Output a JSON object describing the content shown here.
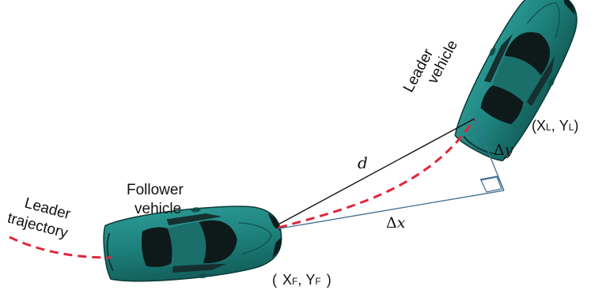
{
  "labels": {
    "leader_vehicle_line1": "Leader",
    "leader_vehicle_line2": "vehicle",
    "follower_vehicle_line1": "Follower",
    "follower_vehicle_line2": "vehicle",
    "leader_trajectory_line1": "Leader",
    "leader_trajectory_line2": "trajectory",
    "distance": "d",
    "delta_x_symbol": "Δ",
    "delta_x_var": "x",
    "delta_y_symbol": "Δ",
    "delta_y_var": "y",
    "leader_coord_open": "(",
    "leader_coord_x": "X",
    "leader_coord_x_sub": "L",
    "leader_coord_sep": ",",
    "leader_coord_y": "Y",
    "leader_coord_y_sub": "L",
    "leader_coord_close": ")",
    "follower_coord_open": "(",
    "follower_coord_x": "X",
    "follower_coord_x_sub": "F",
    "follower_coord_sep": ",",
    "follower_coord_y": "Y",
    "follower_coord_y_sub": "F",
    "follower_coord_close": ")"
  },
  "colors": {
    "vehicle_body": "#1d7f7a",
    "vehicle_dark": "#0f4f4b",
    "window": "#101b1b",
    "trajectory": "#e0263a",
    "delta_lines": "#3f6f93",
    "distance_line": "#111111"
  }
}
